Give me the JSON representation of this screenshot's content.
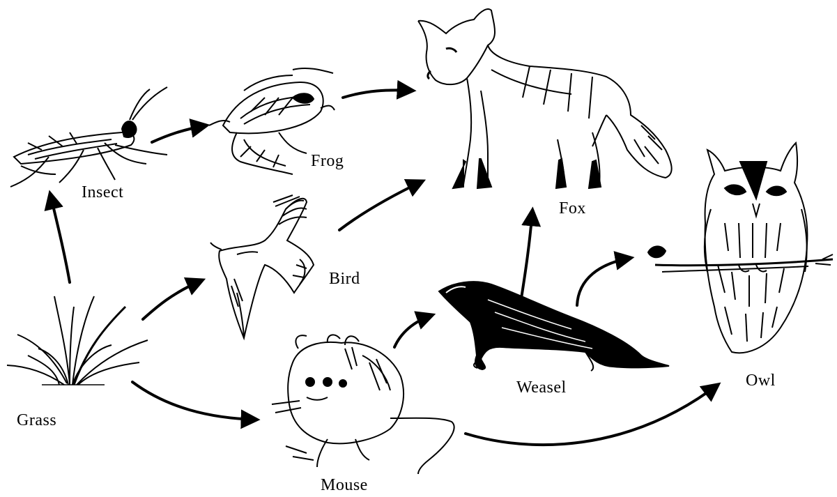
{
  "diagram": {
    "organisms": {
      "grass": "Grass",
      "insect": "Insect",
      "frog": "Frog",
      "bird": "Bird",
      "mouse": "Mouse",
      "weasel": "Weasel",
      "fox": "Fox",
      "owl": "Owl"
    },
    "links": [
      [
        "Grass",
        "Insect"
      ],
      [
        "Grass",
        "Bird"
      ],
      [
        "Grass",
        "Mouse"
      ],
      [
        "Insect",
        "Frog"
      ],
      [
        "Frog",
        "Fox"
      ],
      [
        "Bird",
        "Fox"
      ],
      [
        "Mouse",
        "Weasel"
      ],
      [
        "Mouse",
        "Owl"
      ],
      [
        "Weasel",
        "Fox"
      ],
      [
        "Weasel",
        "Owl"
      ]
    ]
  }
}
